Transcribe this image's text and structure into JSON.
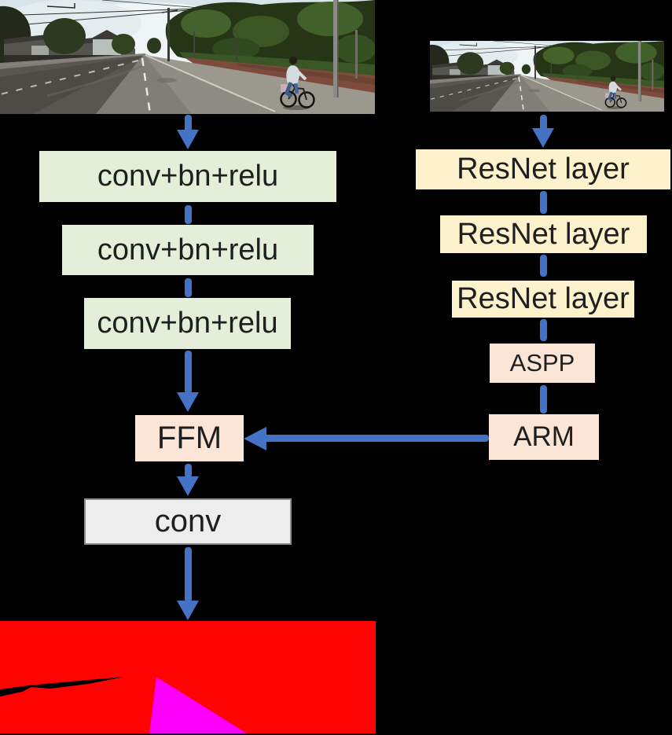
{
  "title": "segmentation-network-architecture-diagram",
  "colors": {
    "background": "#000000",
    "arrow": "#4472c4",
    "spatial_path_box": "#e3efd9",
    "context_path_box": "#fdf2cc",
    "module_box": "#fbe5d6",
    "conv_head_box": "#ededed",
    "segmentation_road": "#ff0000",
    "segmentation_sidewalk": "#ff00ff"
  },
  "nodes": {
    "conv_bn_relu_1": {
      "label": "conv+bn+relu"
    },
    "conv_bn_relu_2": {
      "label": "conv+bn+relu"
    },
    "conv_bn_relu_3": {
      "label": "conv+bn+relu"
    },
    "resnet_1": {
      "label": "ResNet layer"
    },
    "resnet_2": {
      "label": "ResNet layer"
    },
    "resnet_3": {
      "label": "ResNet layer"
    },
    "aspp": {
      "label": "ASPP"
    },
    "arm": {
      "label": "ARM"
    },
    "ffm": {
      "label": "FFM"
    },
    "conv_head": {
      "label": "conv"
    }
  }
}
